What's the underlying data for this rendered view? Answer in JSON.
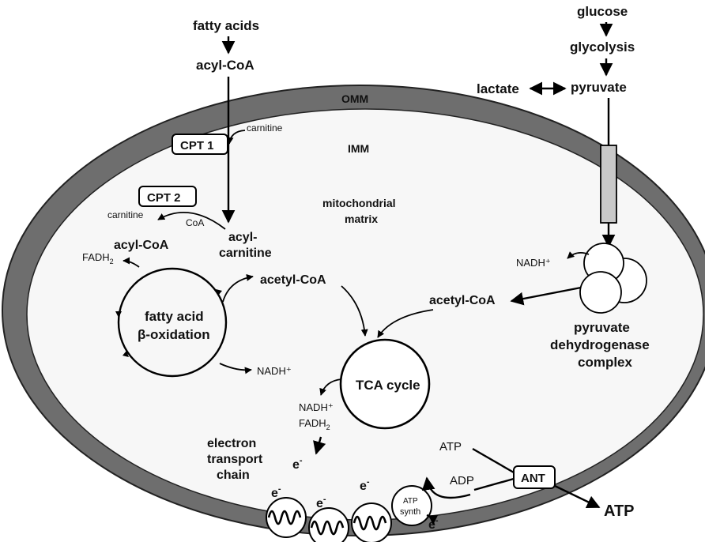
{
  "diagram": {
    "outer_membrane_label": "OMM",
    "inner_membrane_label": "IMM",
    "matrix_label_line1": "mitochondrial",
    "matrix_label_line2": "matrix",
    "fatty_acids": "fatty acids",
    "acyl_coa_top": "acyl-CoA",
    "cpt1": "CPT 1",
    "carnitine_top": "carnitine",
    "cpt2": "CPT 2",
    "carnitine_left": "carnitine",
    "coa": "CoA",
    "acyl_coa_inner": "acyl-CoA",
    "acyl_carnitine_line1": "acyl-",
    "acyl_carnitine_line2": "carnitine",
    "fadh2_left_main": "FADH",
    "fadh2_left_sub": "2",
    "beta_ox_line1": "fatty acid",
    "beta_ox_line2": "β-oxidation",
    "nadh_beta": "NADH⁺",
    "acetyl_coa_left": "acetyl-CoA",
    "acetyl_coa_right": "acetyl-CoA",
    "tca_cycle": "TCA cycle",
    "nadh_tca": "NADH⁺",
    "fadh2_tca_main": "FADH",
    "fadh2_tca_sub": "2",
    "glucose": "glucose",
    "glycolysis": "glycolysis",
    "pyruvate": "pyruvate",
    "lactate": "lactate",
    "nadh_pdh": "NADH⁺",
    "pdh_line1": "pyruvate",
    "pdh_line2": "dehydrogenase",
    "pdh_line3": "complex",
    "etc_line1": "electron",
    "etc_line2": "transport",
    "etc_line3": "chain",
    "electron": "e",
    "electron_sup": "-",
    "atp_synth_line1": "ATP",
    "atp_synth_line2": "synth",
    "atp_inner": "ATP",
    "adp": "ADP",
    "ant": "ANT",
    "atp_out": "ATP"
  }
}
